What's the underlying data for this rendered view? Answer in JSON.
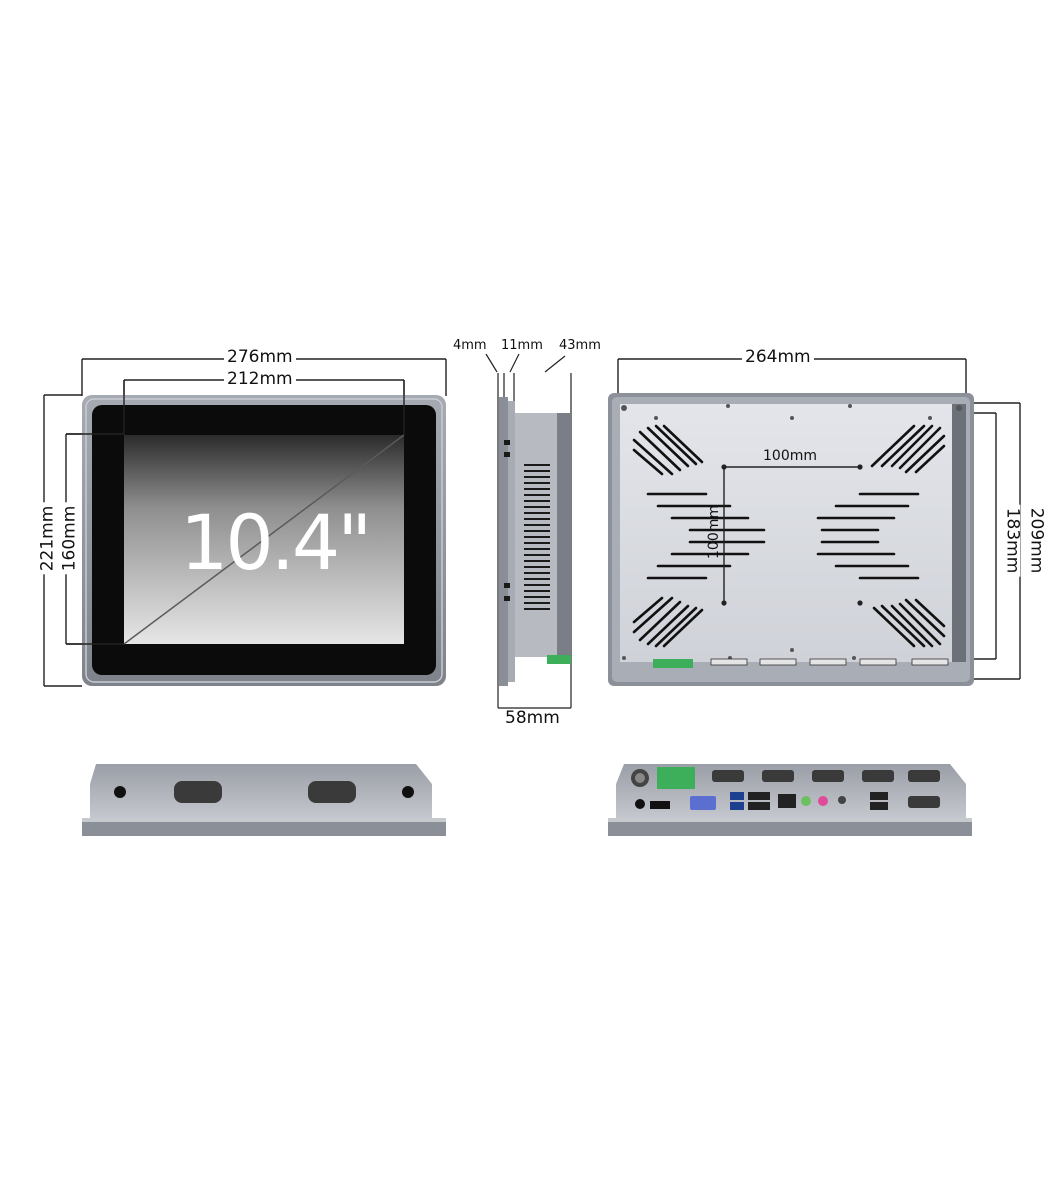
{
  "front": {
    "screen_size": "10.4\"",
    "outer_width": "276mm",
    "active_width": "212mm",
    "outer_height": "221mm",
    "active_height": "160mm"
  },
  "side": {
    "front_bezel": "4mm",
    "body_step": "11mm",
    "rear_depth": "43mm",
    "total_depth": "58mm"
  },
  "back": {
    "mount_width": "264mm",
    "vesa_horizontal": "100mm",
    "vesa_vertical": "100mm",
    "body_height": "209mm",
    "inner_height": "183mm"
  },
  "colors": {
    "frame": "#8c9099",
    "panel": "#d9dbe0",
    "bezel": "#0b0b0b",
    "terminal": "#3dae5a"
  }
}
